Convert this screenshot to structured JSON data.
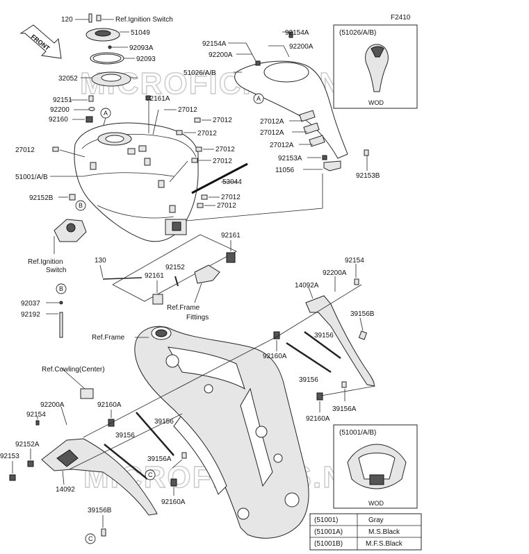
{
  "figure_code": "F2410",
  "front_label": "FRONT",
  "watermark": "MICROFICHES.NET",
  "ref_labels": {
    "ignition_switch_top": "Ref.Ignition Switch",
    "ignition_switch_bottom_1": "Ref.Ignition",
    "ignition_switch_bottom_2": "Switch",
    "frame_fittings_1": "Ref.Frame",
    "frame_fittings_2": "Fittings",
    "frame": "Ref.Frame",
    "cowling_center": "Ref.Cowling(Center)"
  },
  "callouts": {
    "A1": "A",
    "A2": "A",
    "B1": "B",
    "B2": "B",
    "C1": "C",
    "C2": "C"
  },
  "parts": {
    "p120": "120",
    "p51049": "51049",
    "p92093A": "92093A",
    "p92093": "92093",
    "p32052": "32052",
    "p92151": "92151",
    "p92200": "92200",
    "p92160": "92160",
    "p27012_left": "27012",
    "p51001AB": "51001/A/B",
    "p92152B": "92152B",
    "p92161A": "92161A",
    "p27012_a": "27012",
    "p27012_b": "27012",
    "p27012_c": "27012",
    "p27012_d": "27012",
    "p27012_e": "27012",
    "p53044": "53044",
    "p27012_f": "27012",
    "p27012_g": "27012",
    "p92154A_l": "92154A",
    "p92200A_l": "92200A",
    "p51026AB": "51026/A/B",
    "p92154A_r": "92154A",
    "p92200A_r": "92200A",
    "p27012A_1": "27012A",
    "p27012A_2": "27012A",
    "p27012A_3": "27012A",
    "p92153A": "92153A",
    "p11056": "11056",
    "p92153B": "92153B",
    "p92161_r": "92161",
    "p130": "130",
    "p92152": "92152",
    "p92161_l": "92161",
    "p92037": "92037",
    "p92192": "92192",
    "p92154_r": "92154",
    "p92200A_m": "92200A",
    "p14092A": "14092A",
    "p39156B_r": "39156B",
    "p39156_r1": "39156",
    "p92160A_m": "92160A",
    "p39156_r2": "39156",
    "p39156A_r": "39156A",
    "p92160A_r": "92160A",
    "p92200A_b": "92200A",
    "p92154_b": "92154",
    "p92152A": "92152A",
    "p92153": "92153",
    "p14092": "14092",
    "p92160A_l": "92160A",
    "p39156_l1": "39156",
    "p39156_l2": "39156",
    "p39156A_l": "39156A",
    "p92160A_b": "92160A",
    "p39156B_b": "39156B"
  },
  "inset_top": {
    "title": "(51026/A/B)",
    "caption": "WOD"
  },
  "inset_bottom": {
    "title": "(51001/A/B)",
    "caption": "WOD"
  },
  "color_table": {
    "rows": [
      {
        "code": "(51001)",
        "color": "Gray"
      },
      {
        "code": "(51001A)",
        "color": "M.S.Black"
      },
      {
        "code": "(51001B)",
        "color": "M.F.S.Black"
      }
    ]
  }
}
